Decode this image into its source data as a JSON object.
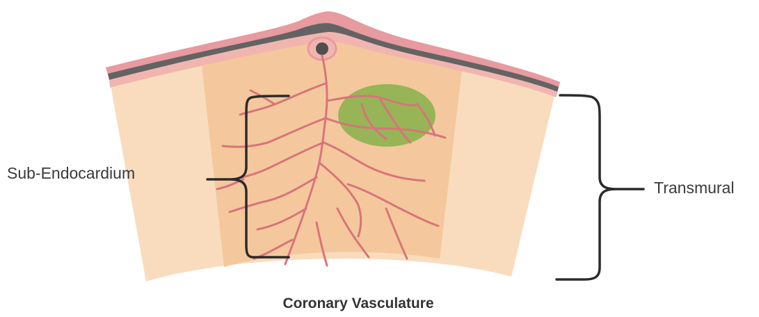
{
  "labels": {
    "sub_endocardium": "Sub-Endocardium",
    "transmural": "Transmural"
  },
  "caption": "Coronary Vasculature",
  "colors": {
    "epicardium_outer": "#e79aa0",
    "epicardium_inner": "#f1b5b0",
    "fat_layer": "#636363",
    "myocardium_light": "#f9dcbe",
    "myocardium_mid": "#f4c89c",
    "vessel": "#d8747a",
    "artery_lumen": "#4f4f4f",
    "infarct_zone": "#86b24a",
    "bracket": "#2b2b2b"
  }
}
